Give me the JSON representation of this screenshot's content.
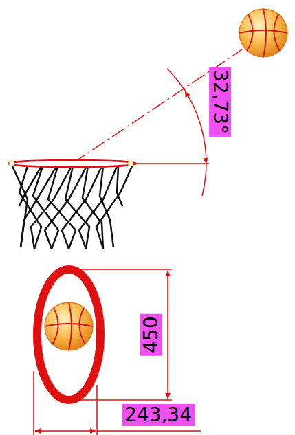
{
  "diagram": {
    "labels": [
      "32,73°",
      "450",
      "243,34"
    ]
  }
}
